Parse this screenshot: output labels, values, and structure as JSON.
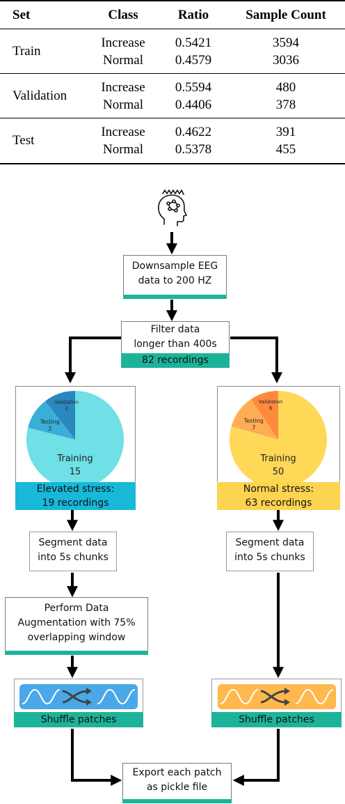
{
  "table": {
    "headers": [
      "Set",
      "Class",
      "Ratio",
      "Sample Count"
    ],
    "groups": [
      {
        "set": "Train",
        "rows": [
          {
            "class": "Increase",
            "ratio": "0.5421",
            "count": "3594"
          },
          {
            "class": "Normal",
            "ratio": "0.4579",
            "count": "3036"
          }
        ]
      },
      {
        "set": "Validation",
        "rows": [
          {
            "class": "Increase",
            "ratio": "0.5594",
            "count": "480"
          },
          {
            "class": "Normal",
            "ratio": "0.4406",
            "count": "378"
          }
        ]
      },
      {
        "set": "Test",
        "rows": [
          {
            "class": "Increase",
            "ratio": "0.4622",
            "count": "391"
          },
          {
            "class": "Normal",
            "ratio": "0.5378",
            "count": "455"
          }
        ]
      }
    ]
  },
  "flow": {
    "step1": [
      "Downsample EEG",
      "data to 200 HZ"
    ],
    "step2": [
      "Filter data",
      "longer than 400s"
    ],
    "step2_badge": "82 recordings",
    "left": {
      "pie": {
        "training_label": "Training",
        "training_value": 15,
        "testing_label": "Testing",
        "testing_value": 2,
        "validation_label": "Validation",
        "validation_value": 2
      },
      "group_label": [
        "Elevated stress:",
        "19 recordings"
      ],
      "segment": [
        "Segment data",
        "into 5s chunks"
      ],
      "augment": [
        "Perform Data",
        "Augmentation with 75%",
        "overlapping window"
      ],
      "shuffle": "Shuffle patches"
    },
    "right": {
      "pie": {
        "training_label": "Training",
        "training_value": 50,
        "testing_label": "Testing",
        "testing_value": 7,
        "validation_label": "Validation",
        "validation_value": 6
      },
      "group_label": [
        "Normal stress:",
        "63 recordings"
      ],
      "segment": [
        "Segment data",
        "into 5s chunks"
      ],
      "shuffle": "Shuffle patches"
    },
    "export": [
      "Export each patch",
      "as pickle file"
    ]
  },
  "colors": {
    "teal": "#1db39a",
    "cyan_bar": "#17b8d8",
    "left_pie_main": "#6ee0e6",
    "left_pie_testing": "#3aaed6",
    "left_pie_validation": "#2b88bf",
    "right_pie_main": "#ffd858",
    "right_pie_testing": "#ffad55",
    "right_pie_validation": "#ff8a3c",
    "yellow_bar": "#fdd350",
    "wave_left_bg": "#4aa8e8",
    "wave_right_bg": "#ffb84e"
  }
}
